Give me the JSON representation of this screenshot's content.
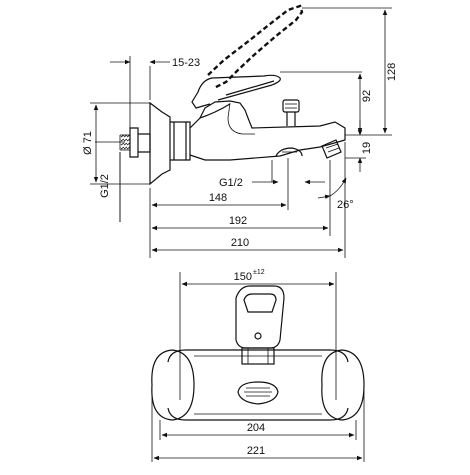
{
  "side_view": {
    "dims": {
      "offset": "15-23",
      "height_total": "128",
      "height_lever": "92",
      "diameter": "Ø 71",
      "thread_inlet": "G1/2",
      "thread_outlet": "G1/2",
      "spout_height": "19",
      "angle": "26°",
      "len_148": "148",
      "len_192": "192",
      "len_210": "210"
    }
  },
  "front_view": {
    "dims": {
      "center_distance": "150",
      "tolerance": "±12",
      "width_204": "204",
      "width_221": "221"
    }
  }
}
